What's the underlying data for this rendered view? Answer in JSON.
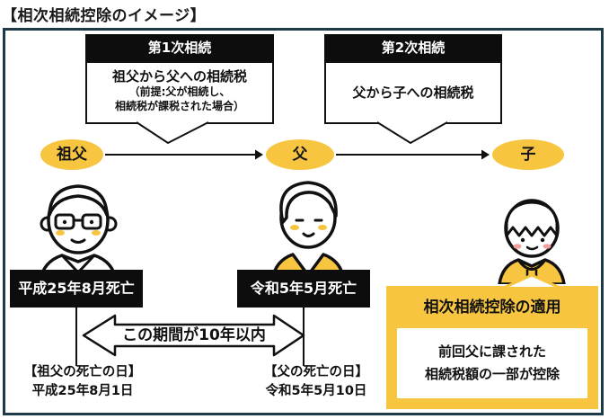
{
  "page": {
    "title": "【相次相続控除のイメージ】"
  },
  "colors": {
    "accent_yellow": "#F7C540",
    "frame_border": "#1E3A49",
    "label_black": "#0D0D0D"
  },
  "callouts": [
    {
      "header": "第1次相続",
      "line1": "祖父から父への相続税",
      "line2": "（前提:父が相続し、",
      "line3": "相続税が課税された場合）"
    },
    {
      "header": "第2次相続",
      "line1": "父から子への相続税"
    }
  ],
  "timeline": {
    "nodes": [
      {
        "label": "祖父"
      },
      {
        "label": "父"
      },
      {
        "label": "子"
      }
    ]
  },
  "death_labels": [
    {
      "text": "平成25年8月死亡"
    },
    {
      "text": "令和5年5月死亡"
    }
  ],
  "period_arrow": {
    "text": "この期間が10年以内"
  },
  "death_dates": [
    {
      "title": "【祖父の死亡の日】",
      "date": "平成25年8月1日"
    },
    {
      "title": "【父の死亡の日】",
      "date": "令和5年5月10日"
    }
  ],
  "deduction_box": {
    "header": "相次相続控除の適用",
    "line1": "前回父に課された",
    "line2": "相続税額の一部が控除"
  }
}
